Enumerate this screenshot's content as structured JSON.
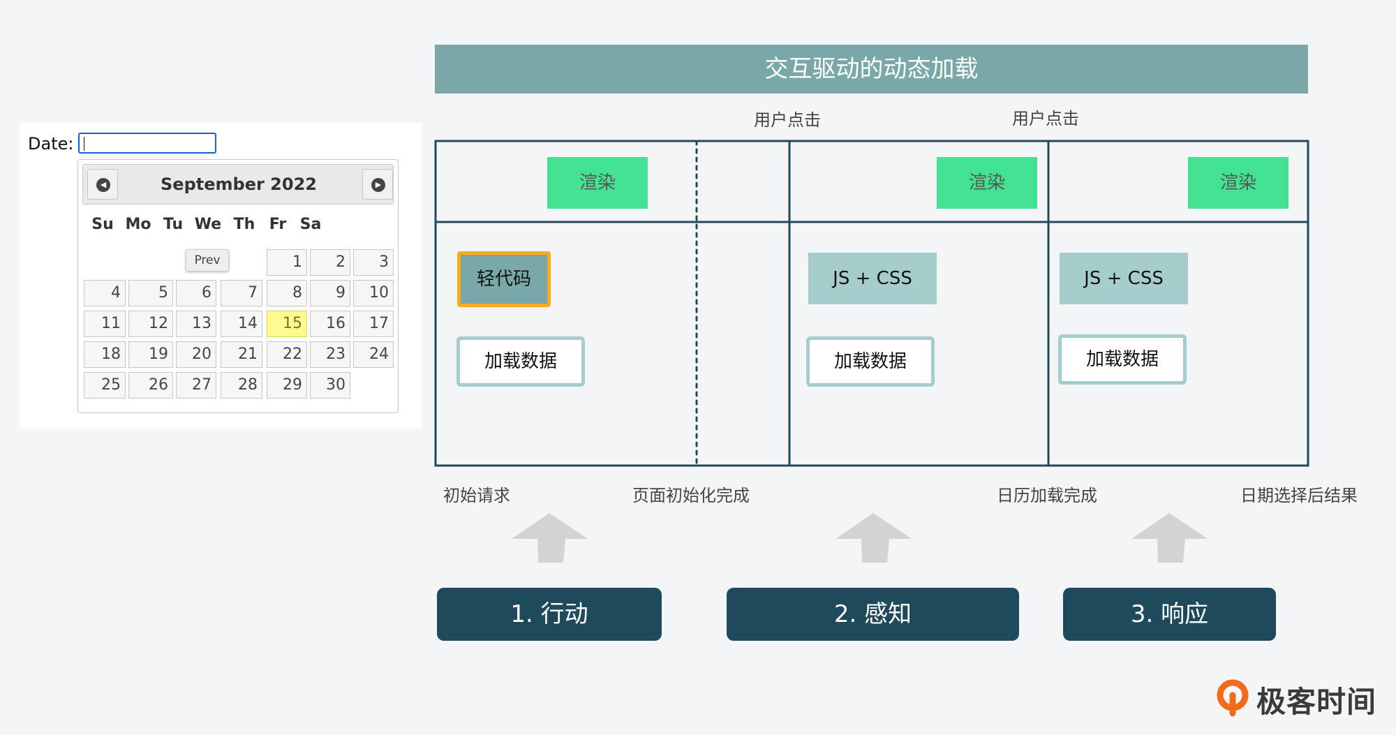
{
  "calendar": {
    "date_label": "Date:",
    "input_value": "",
    "month_title": "September 2022",
    "prev_label": "Prev",
    "prev_icon": "circle-triangle-left-icon",
    "next_icon": "circle-triangle-right-icon",
    "weekdays": [
      "Su",
      "Mo",
      "Tu",
      "We",
      "Th",
      "Fr",
      "Sa"
    ],
    "days": [
      "1",
      "2",
      "3",
      "4",
      "5",
      "6",
      "7",
      "8",
      "9",
      "10",
      "11",
      "12",
      "13",
      "14",
      "15",
      "16",
      "17",
      "18",
      "19",
      "20",
      "21",
      "22",
      "23",
      "24",
      "25",
      "26",
      "27",
      "28",
      "29",
      "30"
    ],
    "today": "15"
  },
  "diagram": {
    "title": "交互驱动的动态加载",
    "top_labels": [
      "用户点击",
      "用户点击"
    ],
    "render_labels": [
      "渲染",
      "渲染",
      "渲染"
    ],
    "light_code_label": "轻代码",
    "code_labels": [
      "JS + CSS",
      "JS + CSS"
    ],
    "data_labels": [
      "加载数据",
      "加载数据",
      "加载数据"
    ],
    "bottom_labels": [
      "初始请求",
      "页面初始化完成",
      "日历加载完成",
      "日期选择后结果"
    ],
    "steps": [
      "1. 行动",
      "2. 感知",
      "3. 响应"
    ],
    "colors": {
      "banner": "#7aa8a8",
      "render": "#44e394",
      "code": "#a6cccc",
      "highlight_border": "#f6ac1c",
      "step": "#1f4a5b",
      "line": "#21495a"
    }
  },
  "brand": {
    "name": "极客时间"
  }
}
